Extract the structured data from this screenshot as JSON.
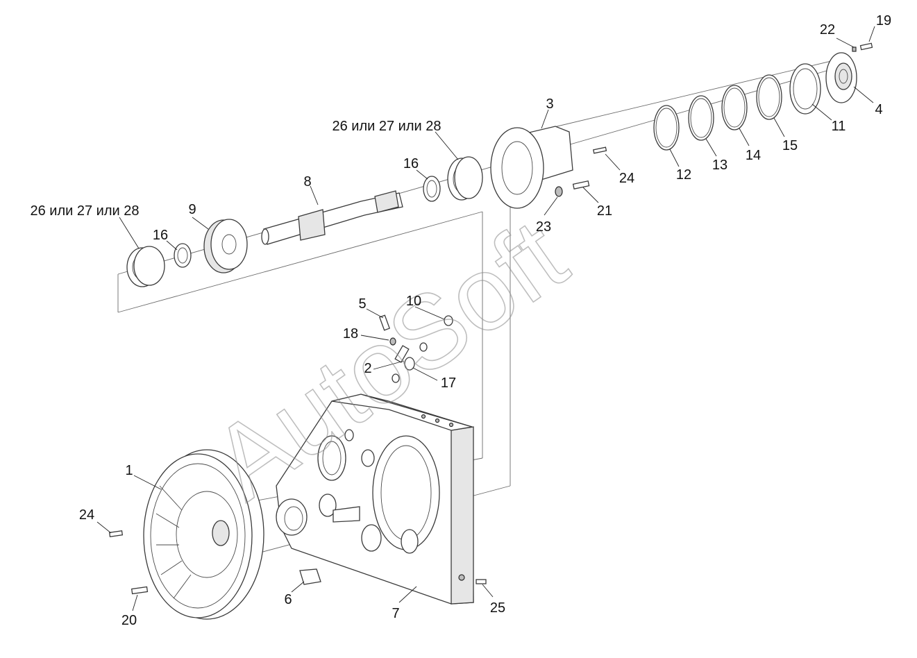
{
  "watermark": "AutoSoft",
  "callouts": [
    {
      "id": "c1",
      "text": "1"
    },
    {
      "id": "c2",
      "text": "2"
    },
    {
      "id": "c3",
      "text": "3"
    },
    {
      "id": "c4",
      "text": "4"
    },
    {
      "id": "c5",
      "text": "5"
    },
    {
      "id": "c6",
      "text": "6"
    },
    {
      "id": "c7",
      "text": "7"
    },
    {
      "id": "c8",
      "text": "8"
    },
    {
      "id": "c9",
      "text": "9"
    },
    {
      "id": "c10",
      "text": "10"
    },
    {
      "id": "c11",
      "text": "11"
    },
    {
      "id": "c12",
      "text": "12"
    },
    {
      "id": "c13",
      "text": "13"
    },
    {
      "id": "c14",
      "text": "14"
    },
    {
      "id": "c15",
      "text": "15"
    },
    {
      "id": "c16a",
      "text": "16"
    },
    {
      "id": "c16b",
      "text": "16"
    },
    {
      "id": "c17",
      "text": "17"
    },
    {
      "id": "c18",
      "text": "18"
    },
    {
      "id": "c19",
      "text": "19"
    },
    {
      "id": "c20",
      "text": "20"
    },
    {
      "id": "c21",
      "text": "21"
    },
    {
      "id": "c22",
      "text": "22"
    },
    {
      "id": "c23",
      "text": "23"
    },
    {
      "id": "c24a",
      "text": "24"
    },
    {
      "id": "c24b",
      "text": "24"
    },
    {
      "id": "c25",
      "text": "25"
    },
    {
      "id": "c26a",
      "text": "26 или 27 или 28"
    },
    {
      "id": "c26b",
      "text": "26 или 27 или 28"
    }
  ]
}
